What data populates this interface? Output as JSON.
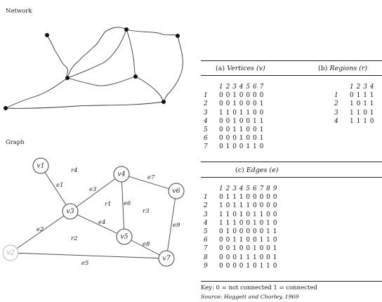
{
  "network_label": "Network",
  "graph_label": "Graph",
  "graph": {
    "vertices": [
      "v1",
      "v2",
      "v3",
      "v4",
      "v5",
      "v6",
      "v7"
    ],
    "edges": [
      "e1",
      "e2",
      "e3",
      "e4",
      "e5",
      "e6",
      "e7",
      "e8",
      "e9"
    ],
    "regions": [
      "r1",
      "r2",
      "r3",
      "r4"
    ]
  },
  "vertices_table": {
    "letter": "(a)",
    "title": "Vertices (v)",
    "cols": [
      "1",
      "2",
      "3",
      "4",
      "5",
      "6",
      "7"
    ],
    "rows": [
      {
        "label": "1",
        "values": [
          "0",
          "0",
          "1",
          "0",
          "0",
          "0",
          "0"
        ]
      },
      {
        "label": "2",
        "values": [
          "0",
          "0",
          "1",
          "0",
          "0",
          "0",
          "1"
        ]
      },
      {
        "label": "3",
        "values": [
          "1",
          "1",
          "0",
          "1",
          "1",
          "0",
          "0"
        ]
      },
      {
        "label": "4",
        "values": [
          "0",
          "0",
          "1",
          "0",
          "0",
          "1",
          "1"
        ]
      },
      {
        "label": "5",
        "values": [
          "0",
          "0",
          "1",
          "1",
          "0",
          "0",
          "1"
        ]
      },
      {
        "label": "6",
        "values": [
          "0",
          "0",
          "0",
          "1",
          "0",
          "0",
          "1"
        ]
      },
      {
        "label": "7",
        "values": [
          "0",
          "1",
          "0",
          "0",
          "1",
          "1",
          "0"
        ]
      }
    ]
  },
  "regions_table": {
    "letter": "(b)",
    "title": "Regions (r)",
    "cols": [
      "1",
      "2",
      "3",
      "4"
    ],
    "rows": [
      {
        "label": "1",
        "values": [
          "0",
          "1",
          "1",
          "1"
        ]
      },
      {
        "label": "2",
        "values": [
          "1",
          "0",
          "1",
          "1"
        ]
      },
      {
        "label": "3",
        "values": [
          "1",
          "1",
          "0",
          "1"
        ]
      },
      {
        "label": "4",
        "values": [
          "1",
          "1",
          "1",
          "0"
        ]
      }
    ]
  },
  "edges_table": {
    "letter": "(c)",
    "title": "Edges (e)",
    "cols": [
      "1",
      "2",
      "3",
      "4",
      "5",
      "6",
      "7",
      "8",
      "9"
    ],
    "rows": [
      {
        "label": "1",
        "values": [
          "0",
          "1",
          "1",
          "1",
          "0",
          "0",
          "0",
          "0",
          "0"
        ]
      },
      {
        "label": "2",
        "values": [
          "1",
          "0",
          "1",
          "1",
          "1",
          "0",
          "0",
          "0",
          "0"
        ]
      },
      {
        "label": "3",
        "values": [
          "1",
          "1",
          "0",
          "1",
          "0",
          "1",
          "1",
          "0",
          "0"
        ]
      },
      {
        "label": "4",
        "values": [
          "1",
          "1",
          "1",
          "0",
          "0",
          "1",
          "0",
          "1",
          "0"
        ]
      },
      {
        "label": "5",
        "values": [
          "0",
          "1",
          "0",
          "0",
          "0",
          "0",
          "0",
          "1",
          "1"
        ]
      },
      {
        "label": "6",
        "values": [
          "0",
          "0",
          "1",
          "1",
          "0",
          "0",
          "1",
          "1",
          "0"
        ]
      },
      {
        "label": "7",
        "values": [
          "0",
          "0",
          "1",
          "0",
          "0",
          "1",
          "0",
          "0",
          "1"
        ]
      },
      {
        "label": "8",
        "values": [
          "0",
          "0",
          "0",
          "1",
          "1",
          "1",
          "0",
          "0",
          "1"
        ]
      },
      {
        "label": "9",
        "values": [
          "0",
          "0",
          "0",
          "0",
          "1",
          "0",
          "1",
          "1",
          "0"
        ]
      }
    ]
  },
  "key_text": "Key: 0 = not connected   1 = connected",
  "source_text": "Source: Haggett and Chorley, 1969"
}
